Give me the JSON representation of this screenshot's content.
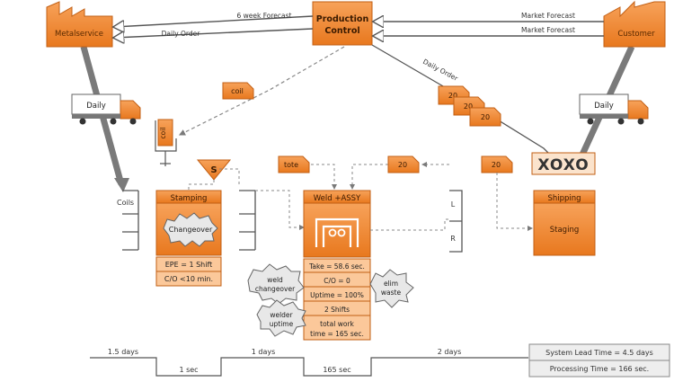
{
  "supplier": {
    "name": "Metalservice"
  },
  "customer": {
    "name": "Customer"
  },
  "control": {
    "line1": "Production",
    "line2": "Control"
  },
  "flows": {
    "forecast_to_supplier": "6 week Forecast",
    "daily_order_to_supplier": "Daily Order",
    "market_forecast_1": "Market Forecast",
    "market_forecast_2": "Market Forecast",
    "daily_order_to_shipping": "Daily Order"
  },
  "trucks": {
    "inbound": "Daily",
    "outbound": "Daily"
  },
  "kanbans": {
    "coil_signal": "coil",
    "coil_post": "coil",
    "withdrawal": [
      "20",
      "20",
      "20"
    ],
    "tote": "tote",
    "weld_kanban": "20",
    "ship_kanban": "20"
  },
  "supermarket_s": "S",
  "coils_label": "Coils",
  "stamping": {
    "title": "Stamping",
    "burst": "Changeover",
    "data": [
      "EPE = 1 Shift",
      "C/O <10 min."
    ]
  },
  "weld": {
    "title": "Weld +ASSY",
    "data": [
      "Take = 58.6 sec.",
      "C/O = 0",
      "Uptime = 100%",
      "2 Shifts",
      "total work",
      "time = 165 sec."
    ]
  },
  "bursts": {
    "weld_changeover": [
      "weld",
      "changeover"
    ],
    "welder_uptime": [
      "welder",
      "uptime"
    ],
    "elim_waste": [
      "elim",
      "waste"
    ]
  },
  "lr": {
    "left": "L",
    "right": "R"
  },
  "xoxo": "XOXO",
  "shipping": {
    "title": "Shipping",
    "body": "Staging"
  },
  "timeline": {
    "wait": [
      "1.5 days",
      "1 days",
      "2 days"
    ],
    "process": [
      "1 sec",
      "165 sec"
    ],
    "lead_time": "System Lead Time = 4.5 days",
    "processing_time": "Processing Time = 166 sec."
  },
  "colors": {
    "orange": "#f38b2c",
    "orange_dark": "#c25f14",
    "orange_light": "#fbc89a",
    "arrow": "#555555",
    "gray_arrow": "#7a7a7a"
  }
}
